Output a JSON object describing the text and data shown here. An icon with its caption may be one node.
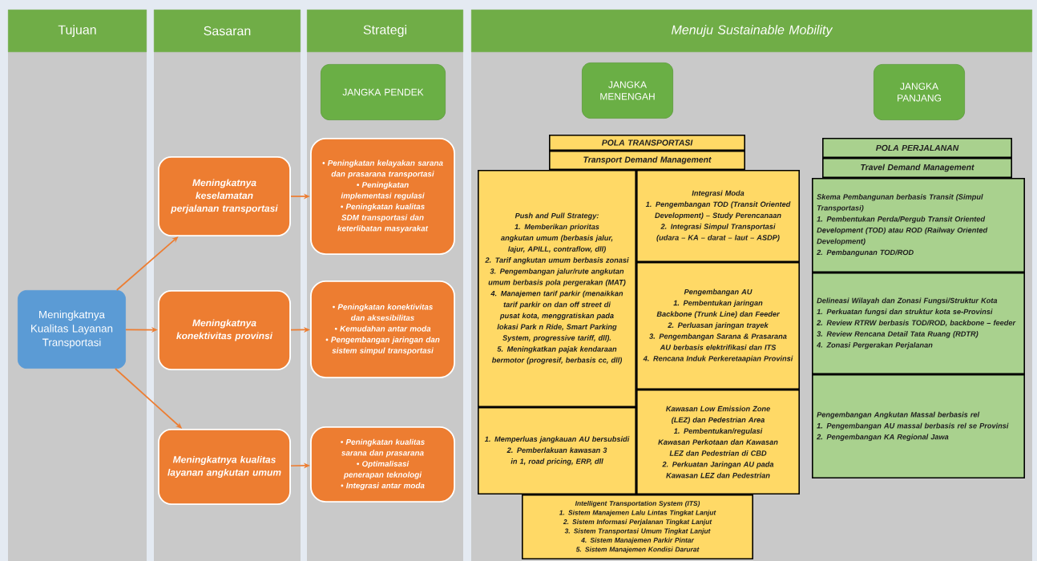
{
  "diagram": {
    "nodes": [
      {
        "text": [
          "Tujuan"
        ]
      },
      {
        "text": [
          "Sasaran"
        ]
      },
      {
        "text": [
          "Strategi"
        ]
      },
      {
        "text": [
          "Menuju Sustainable Mobility"
        ]
      },
      {
        "text": [
          "JANGKA PENDEK"
        ]
      },
      {
        "text": [
          "JANGKA MENENGAH"
        ]
      },
      {
        "text": [
          "JANGKA PANJANG"
        ]
      },
      {
        "text": [
          "Meningkatnya Kualitas Layanan Transportasi"
        ]
      },
      {
        "text": [
          "Meningkatnya keselamatan perjalanan transportasi"
        ]
      },
      {
        "text": [
          "Meningkatnya konektivitas provinsi"
        ]
      },
      {
        "text": [
          "Meningkatnya kualitas layanan angkutan umum"
        ]
      },
      {
        "text": [
          "• Peningkatan kelayakan sarana dan prasarana transportasi",
          "• Peningkatan implementasi regulasi",
          "• Peningkatan kualitas SDM transportasi dan keterlibatan masyarakat"
        ]
      },
      {
        "text": [
          "• Peningkatan konektivitas dan aksesibilitas",
          "• Kemudahan antar moda",
          "• Pengembangan jaringan dan sistem simpul transportasi"
        ]
      },
      {
        "text": [
          "• Peningkatan kualitas sarana dan prasarana",
          "• Optimalisasi penerapan teknologi",
          "• Integrasi antar moda"
        ]
      },
      {
        "text": [
          "POLA TRANSPORTASI"
        ]
      },
      {
        "text": [
          "Transport Demand Management"
        ]
      },
      {
        "text": [
          "Push and Pull Strategy:",
          "1. Memberikan prioritas angkutan umum (berbasis jalur, lajur, APILL, contraflow, dll)",
          "2. Tarif angkutan umum berbasis zonasi",
          "3. Pengembangan jalur/rute angkutan umum berbasis pola pergerakan (MAT)",
          "4. Manajemen tarif parkir (menaikkan tarif parkir on dan off street di pusat kota, menggratiskan pada lokasi Park n Ride, Smart Parking System, progressive tariff, dll).",
          "5. Meningkatkan pajak kendaraan bermotor (progresif, berbasis cc, dll)"
        ]
      },
      {
        "text": [
          "Integrasi Moda",
          "1. Pengembangan TOD (Transit Oriented Development) – Study Perencanaan",
          "2. Integrasi Simpul Transportasi (udara – KA – darat – laut – ASDP)"
        ]
      },
      {
        "text": [
          "Pengembangan AU",
          "1. Pembentukan jaringan Backbone (Trunk Line) dan Feeder",
          "2. Perluasan jaringan trayek",
          "3. Pengembangan Sarana & Prasarana AU berbasis elektrifikasi dan ITS",
          "4. Rencana Induk Perkeretaapian Provinsi"
        ]
      },
      {
        "text": [
          "1. Memperluas jangkauan AU bersubsidi",
          "2. Pemberlakuan kawasan 3 in 1, road pricing, ERP, dll"
        ]
      },
      {
        "text": [
          "Kawasan Low Emission Zone (LEZ) dan Pedestrian Area",
          "1. Pembentukan/regulasi Kawasan Perkotaan dan Kawasan LEZ dan Pedestrian di CBD",
          "2. Perkuatan Jaringan AU pada Kawasan LEZ dan Pedestrian"
        ]
      },
      {
        "text": [
          "Intelligent Transportation System (ITS)",
          "1. Sistem Manajemen Lalu Lintas Tingkat Lanjut",
          "2. Sistem Informasi Perjalanan Tingkat Lanjut",
          "3. Sistem Transportasi Umum Tingkat Lanjut",
          "4. Sistem Manajemen Parkir Pintar",
          "5. Sistem Manajemen Kondisi Darurat"
        ]
      },
      {
        "text": [
          "POLA PERJALANAN"
        ]
      },
      {
        "text": [
          "Travel Demand Management"
        ]
      },
      {
        "text": [
          "Skema Pembangunan berbasis Transit (Simpul Transportasi)",
          "1. Pembentukan Perda/Pergub Transit Oriented Development (TOD) atau ROD (Railway Oriented Development)",
          "2. Pembangunan TOD/ROD"
        ]
      },
      {
        "text": [
          "Delineasi Wilayah dan Zonasi Fungsi/Struktur Kota",
          "1. Perkuatan fungsi dan struktur kota se-Provinsi",
          "2. Review RTRW berbasis TOD/ROD, backbone – feeder",
          "3. Review Rencana Detail Tata Ruang (RDTR)",
          "4. Zonasi Pergerakan Perjalanan"
        ]
      },
      {
        "text": [
          "Pengembangan Angkutan Massal berbasis rel",
          "1. Pengembangan AU massal berbasis rel se Provinsi",
          "2. Pengembangan KA Regional Jawa"
        ]
      }
    ],
    "edges": [
      {
        "from": 7,
        "to": 8,
        "arrow": "to"
      },
      {
        "from": 7,
        "to": 9,
        "arrow": "to"
      },
      {
        "from": 7,
        "to": 10,
        "arrow": "to"
      },
      {
        "from": 8,
        "to": 11,
        "arrow": "to"
      },
      {
        "from": 9,
        "to": 12,
        "arrow": "to"
      },
      {
        "from": 10,
        "to": 13,
        "arrow": "to"
      }
    ]
  }
}
